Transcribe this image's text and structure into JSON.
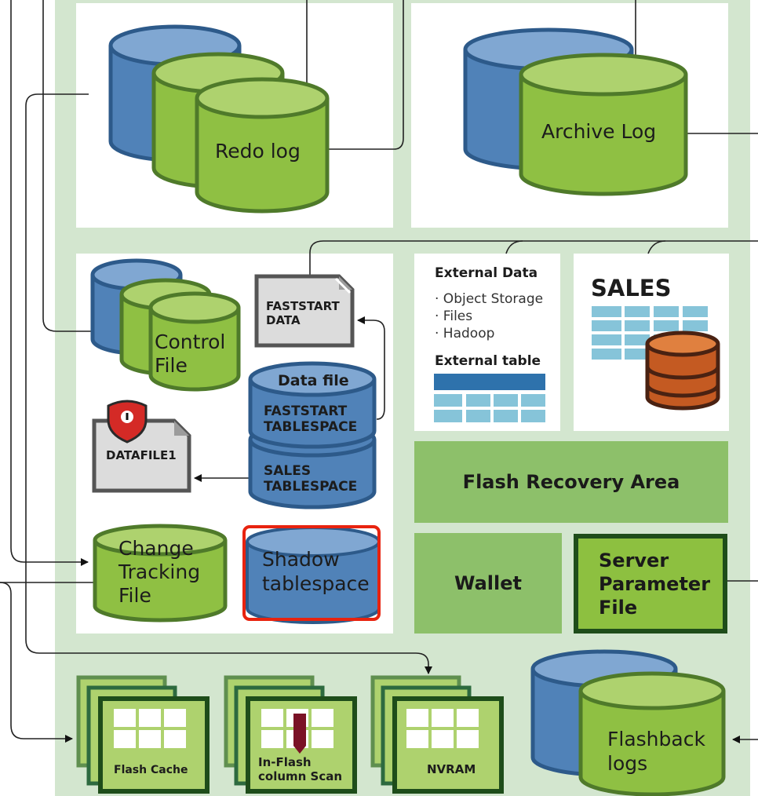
{
  "diagram": {
    "title": "Oracle database storage structures",
    "colors": {
      "background_band": "#d3e6cf",
      "green_cylinder": "#8fc043",
      "green_cylinder_top": "#aed26e",
      "green_stroke": "#4f7a2a",
      "blue_cylinder": "#5082b8",
      "blue_cylinder_top": "#80a7d2",
      "blue_stroke": "#2d5a8a",
      "mid_green_block": "#8dc06a",
      "server_param_fill": "#8dc040",
      "server_param_border": "#1e4d1a",
      "highlight": "#e8230f",
      "sales_db": "#c45a22",
      "table_header": "#2e72ac",
      "table_cell": "#86c4d9"
    },
    "redo_log": {
      "label": "Redo  log"
    },
    "archive_log": {
      "label": "Archive Log"
    },
    "control_file": {
      "line1": "Control",
      "line2": "File"
    },
    "faststart_data": {
      "line1": "FASTSTART",
      "line2": "DATA"
    },
    "data_file": {
      "title": "Data file",
      "faststart_line1": "FASTSTART",
      "faststart_line2": "TABLESPACE",
      "sales_line1": "SALES",
      "sales_line2": "TABLESPACE"
    },
    "datafile1": {
      "label": "DATAFILE1",
      "badge_icon": "shield-lock-icon"
    },
    "change_tracking": {
      "line1": "Change",
      "line2": "Tracking",
      "line3": "File"
    },
    "shadow_tablespace": {
      "line1": "Shadow",
      "line2": "tablespace",
      "highlighted": true
    },
    "external_data": {
      "title": "External Data",
      "items": [
        "· Object Storage",
        "· Files",
        "· Hadoop"
      ],
      "table_title": "External table"
    },
    "sales": {
      "title": "SALES"
    },
    "flash_recovery_area": {
      "label": "Flash Recovery Area"
    },
    "wallet": {
      "label": "Wallet"
    },
    "server_parameter_file": {
      "line1": "Server",
      "line2": "Parameter",
      "line3": "File"
    },
    "flash_cache": {
      "label": "Flash Cache"
    },
    "in_flash_scan": {
      "line1": "In-Flash",
      "line2": "column Scan"
    },
    "nvram": {
      "label": "NVRAM"
    },
    "flashback_logs": {
      "line1": "Flashback",
      "line2": "logs"
    }
  }
}
